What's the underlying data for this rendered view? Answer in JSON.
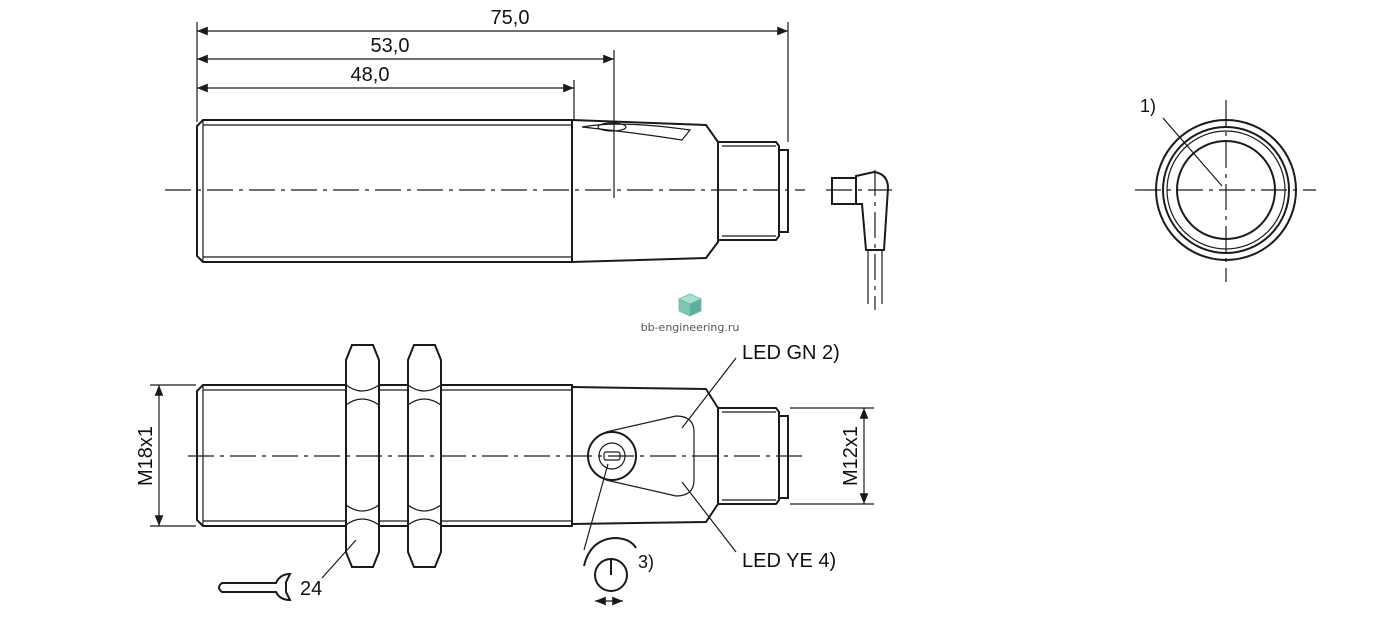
{
  "dimensions": {
    "total_length": "75,0",
    "length_53": "53,0",
    "length_48": "48,0",
    "thread_main": "M18x1",
    "thread_connector": "M12x1",
    "wrench_size": "24"
  },
  "labels": {
    "note_1": "1)",
    "note_3": "3)",
    "led_green": "LED GN 2)",
    "led_yellow": "LED YE 4)"
  },
  "watermark": {
    "text": "bb-engineering.ru"
  }
}
